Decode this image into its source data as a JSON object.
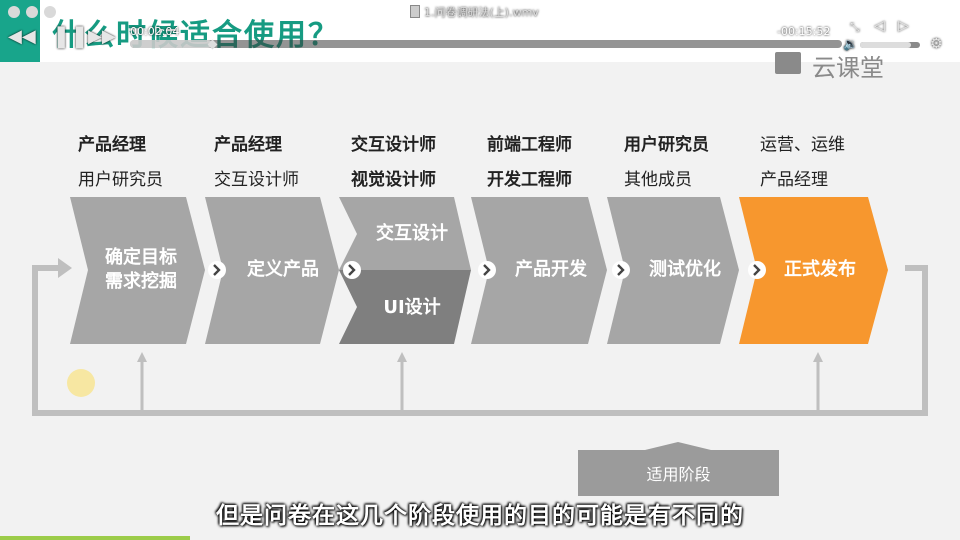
{
  "player": {
    "filename": "1.问卷调研法(上).wmv",
    "elapsed": "00:02:04",
    "remaining": "-00:15:52",
    "progress": 0.115,
    "volume": 0.85
  },
  "slide": {
    "title": "什么时候适合使用？",
    "watermark": "云课堂",
    "roles": [
      {
        "primary": "产品经理",
        "secondary": "用户研究员"
      },
      {
        "primary": "产品经理",
        "secondary": "交互设计师"
      },
      {
        "primary": "交互设计师",
        "secondary": "视觉设计师"
      },
      {
        "primary": "前端工程师",
        "secondary": "开发工程师"
      },
      {
        "primary": "用户研究员",
        "secondary": "其他成员"
      },
      {
        "primary": "运营、运维",
        "secondary": "产品经理"
      }
    ],
    "stages": {
      "goal": "确定目标\n需求挖掘",
      "define": "定义产品",
      "interaction": "交互设计",
      "ui": "UI设计",
      "develop": "产品开发",
      "test": "测试优化",
      "release": "正式发布"
    },
    "usage_label": "适用阶段",
    "subtitle": "但是问卷在这几个阶段使用的目的可能是有不同的"
  },
  "colors": {
    "teal": "#18a58b",
    "stage_gray": "#a6a6a6",
    "ui_dark_gray": "#7f7f7f",
    "release_orange": "#f7972e",
    "loop_line": "#bfbfbf"
  }
}
